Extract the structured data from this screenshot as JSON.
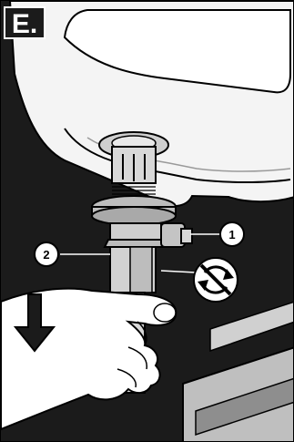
{
  "step": {
    "label": "E."
  },
  "callouts": [
    {
      "number": "1"
    },
    {
      "number": "2"
    }
  ],
  "icons": {
    "push_down": "arrow-down-icon",
    "rotate": "rotate-arrows-icon",
    "prohibited": "no-rotate-icon"
  },
  "colors": {
    "background": "#1b1b1b",
    "sink": "#f4f4f4",
    "metal": "#c9c9c9",
    "line": "#000000"
  }
}
